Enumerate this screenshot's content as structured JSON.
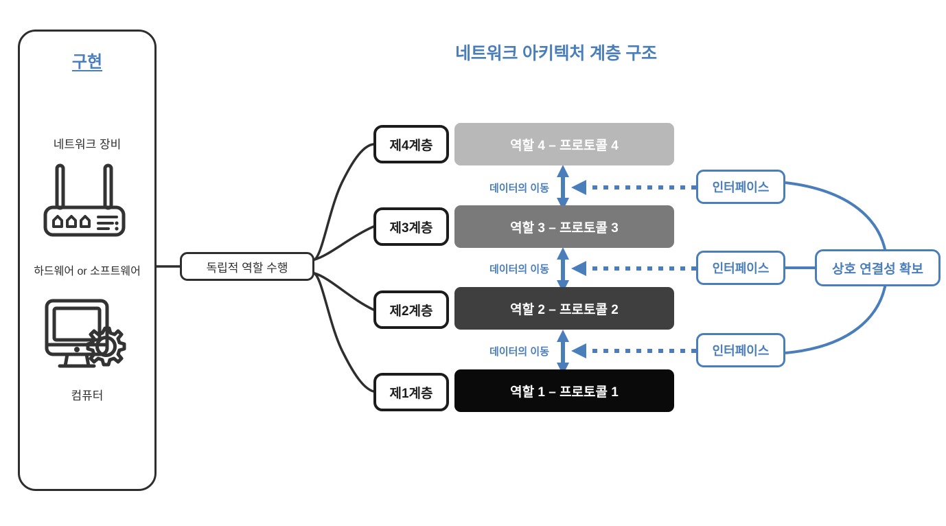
{
  "title": "네트워크 아키텍처 계층 구조",
  "colors": {
    "accent_blue": "#4a7ebb",
    "ink": "#2e2e2e",
    "layer4": "#b8b8b8",
    "layer3": "#7a7a7a",
    "layer2": "#3f3f3f",
    "layer1": "#0a0a0a"
  },
  "left_panel": {
    "heading": "구현",
    "network_device_label": "네트워크 장비",
    "router_icon": "router-icon",
    "hw_sw_label": "하드웨어 or 소프트웨어",
    "computer_icon": "computer-gear-icon",
    "computer_label": "컴퓨터"
  },
  "center": {
    "node_label": "독립적 역할 수행"
  },
  "layers": [
    {
      "tag": "제4계층",
      "bar": "역할 4 – 프로토콜 4",
      "color": "#b8b8b8"
    },
    {
      "tag": "제3계층",
      "bar": "역할 3 – 프로토콜 3",
      "color": "#7a7a7a"
    },
    {
      "tag": "제2계층",
      "bar": "역할 2 –  프로토콜 2",
      "color": "#3f3f3f"
    },
    {
      "tag": "제1계층",
      "bar": "역할 1 – 프로토콜 1",
      "color": "#0a0a0a"
    }
  ],
  "gaps": [
    {
      "label": "데이터의 이동"
    },
    {
      "label": "데이터의 이동"
    },
    {
      "label": "데이터의 이동"
    }
  ],
  "interfaces": [
    {
      "label": "인터페이스"
    },
    {
      "label": "인터페이스"
    },
    {
      "label": "인터페이스"
    }
  ],
  "interconnect": {
    "label": "상호 연결성 확보"
  }
}
